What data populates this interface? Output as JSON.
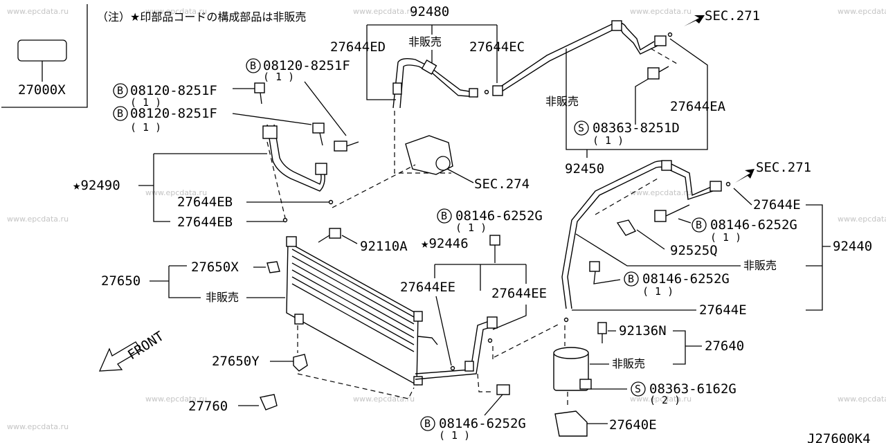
{
  "note": "（注）★印部品コードの構成部品は非販売",
  "watermark": "www.epcdata.ru",
  "diagram_code": "J27600K4",
  "inset_part": "27000X",
  "front_label": "FRONT",
  "labels": {
    "p92480": "92480",
    "hanbai_top": "非販売",
    "p27644ED": "27644ED",
    "p27644EC": "27644EC",
    "sec271_top": "SEC.271",
    "b08120_a": "08120-8251F",
    "b08120_a_qty": "( 1 )",
    "b08120_b": "08120-8251F",
    "b08120_b_qty": "( 1 )",
    "b08120_c": "08120-8251F",
    "b08120_c_qty": "( 1 )",
    "hanbai_mid": "非販売",
    "p27644EA": "27644EA",
    "s08363_a": "08363-8251D",
    "s08363_a_qty": "( 1 )",
    "p92450": "92450",
    "p92490": "★92490",
    "p27644EB_1": "27644EB",
    "p27644EB_2": "27644EB",
    "sec274": "SEC.274",
    "sec271_mid": "SEC.271",
    "p27644E_1": "27644E",
    "b08146_a": "08146-6252G",
    "b08146_a_qty": "( 1 )",
    "p92525Q": "92525Q",
    "p92440": "92440",
    "hanbai_right": "非販売",
    "b08146_b": "08146-6252G",
    "b08146_b_qty": "( 1 )",
    "p27644E_2": "27644E",
    "b08146_c": "08146-6252G",
    "b08146_c_qty": "( 1 )",
    "p92110A": "92110A",
    "p92446": "★92446",
    "p27650X": "27650X",
    "p27650": "27650",
    "hanbai_cond": "非販売",
    "p27644EE_1": "27644EE",
    "p27644EE_2": "27644EE",
    "p92136N": "92136N",
    "p27640": "27640",
    "hanbai_tank": "非販売",
    "s08363_b": "08363-6162G",
    "s08363_b_qty": "( 2 )",
    "p27650Y": "27650Y",
    "p27760": "27760",
    "b08146_d": "08146-6252G",
    "b08146_d_qty": "( 1 )",
    "p27640E": "27640E",
    "mark_B": "B",
    "mark_S": "S"
  }
}
